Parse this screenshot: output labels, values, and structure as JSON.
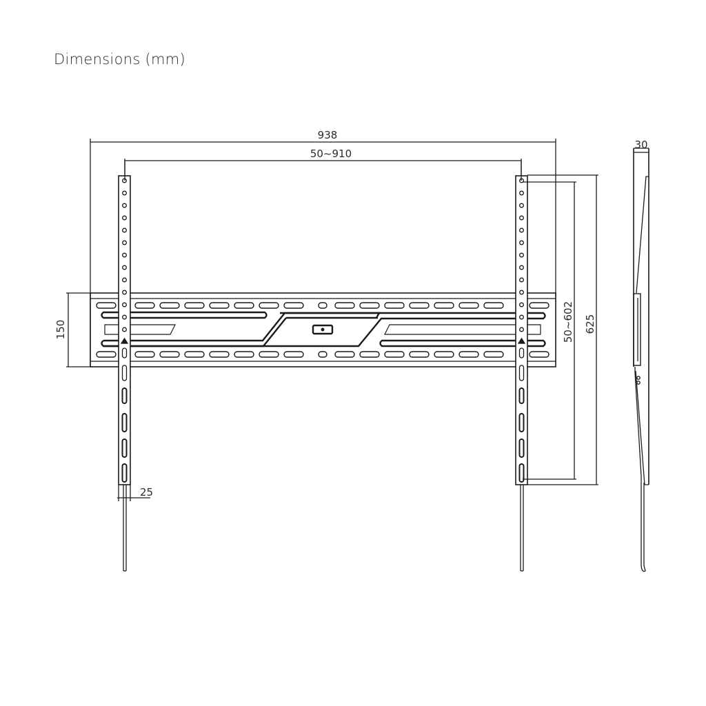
{
  "title": "Dimensions (mm)",
  "dimensions": {
    "overall_width": "938",
    "hole_spacing_horizontal": "50~910",
    "plate_height": "150",
    "hole_spacing_vertical": "50~602",
    "overall_height": "625",
    "depth": "30",
    "arm_width": "25"
  },
  "colors": {
    "line": "#1a1a1a",
    "background": "#ffffff"
  }
}
